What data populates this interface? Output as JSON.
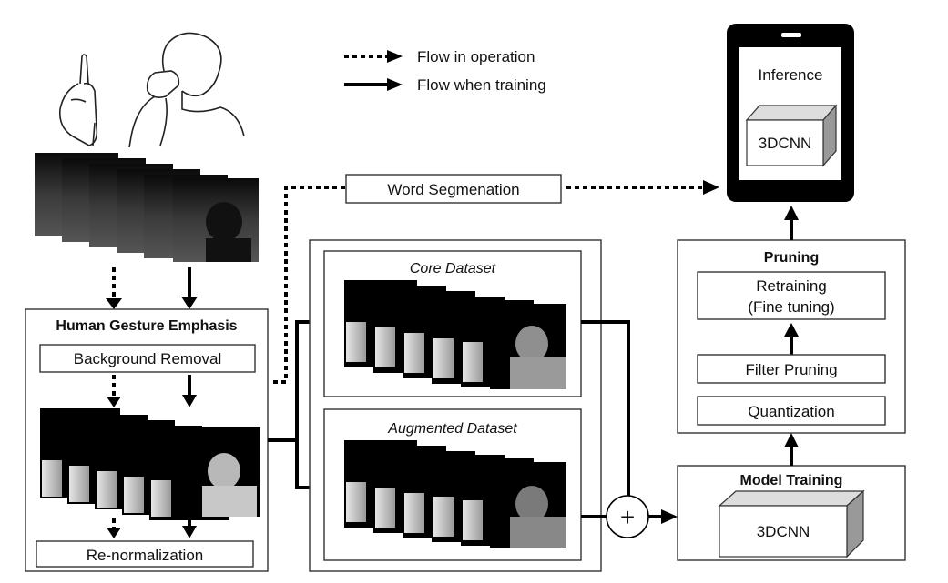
{
  "legend": {
    "dotted_label": "Flow in operation",
    "solid_label": "Flow when training"
  },
  "word_segmentation": {
    "label": "Word Segmenation"
  },
  "phone": {
    "inference_label": "Inference",
    "model_label": "3DCNN"
  },
  "gesture_emphasis": {
    "title": "Human Gesture Emphasis",
    "background_removal": "Background Removal",
    "renormalization": "Re-normalization"
  },
  "datasets": {
    "core_title": "Core Dataset",
    "augmented_title": "Augmented Dataset"
  },
  "combine_symbol": "+",
  "pruning": {
    "title": "Pruning",
    "retraining_line1": "Retraining",
    "retraining_line2": "(Fine tuning)",
    "filter_pruning": "Filter Pruning",
    "quantization": "Quantization"
  },
  "model_training": {
    "title": "Model Training",
    "model_label": "3DCNN"
  }
}
